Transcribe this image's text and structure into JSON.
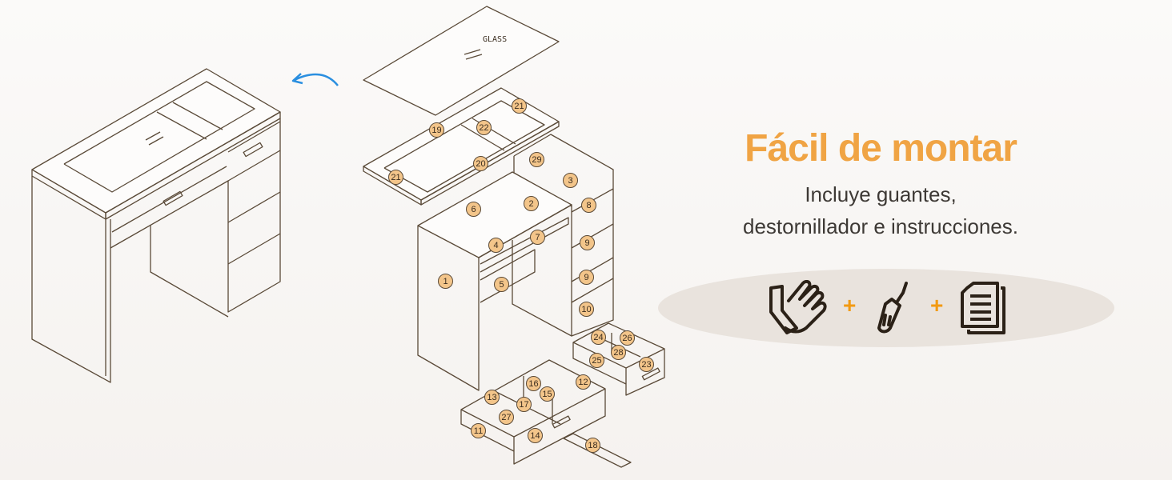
{
  "headline": "Fácil de montar",
  "subtitle_line1": "Incluye guantes,",
  "subtitle_line2": "destornillador e instrucciones.",
  "glass_label": "GLASS",
  "part_numbers": [
    "21",
    "19",
    "22",
    "20",
    "21",
    "29",
    "3",
    "2",
    "6",
    "8",
    "7",
    "4",
    "9",
    "1",
    "5",
    "9",
    "10",
    "24",
    "26",
    "28",
    "25",
    "23",
    "16",
    "12",
    "15",
    "13",
    "17",
    "27",
    "11",
    "14",
    "18"
  ],
  "icons": [
    "gloves-icon",
    "screwdriver-icon",
    "instructions-icon"
  ],
  "plus_sign": "+",
  "colors": {
    "accent": "#f0a444",
    "badge": "#f3c58a",
    "arrow": "#2a8fe0",
    "line": "#5a4a38"
  }
}
